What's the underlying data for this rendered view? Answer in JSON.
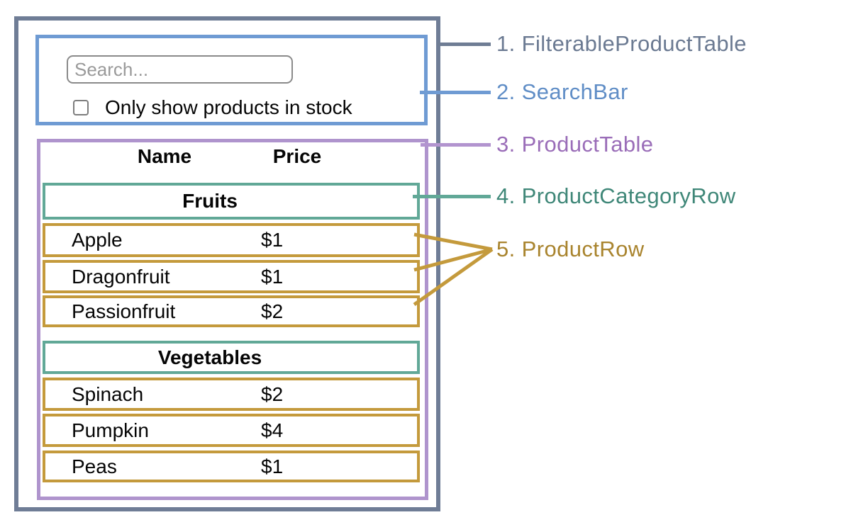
{
  "search_bar": {
    "placeholder": "Search...",
    "checkbox_label": "Only show products in stock",
    "checkbox_checked": false
  },
  "product_table": {
    "columns": [
      "Name",
      "Price"
    ],
    "rows": [
      {
        "type": "category",
        "label": "Fruits"
      },
      {
        "type": "product",
        "name": "Apple",
        "price": "$1",
        "red": false
      },
      {
        "type": "product",
        "name": "Dragonfruit",
        "price": "$1",
        "red": false
      },
      {
        "type": "product",
        "name": "Passionfruit",
        "price": "$2",
        "red": true
      },
      {
        "type": "category",
        "label": "Vegetables"
      },
      {
        "type": "product",
        "name": "Spinach",
        "price": "$2",
        "red": false
      },
      {
        "type": "product",
        "name": "Pumpkin",
        "price": "$4",
        "red": true
      },
      {
        "type": "product",
        "name": "Peas",
        "price": "$1",
        "red": false
      }
    ]
  },
  "legend": [
    {
      "label": "1. FilterableProductTable",
      "color": "#6B7A92"
    },
    {
      "label": "2. SearchBar",
      "color": "#5F8DC6"
    },
    {
      "label": "3. ProductTable",
      "color": "#9A6DB8"
    },
    {
      "label": "4. ProductCategoryRow",
      "color": "#3F8778"
    },
    {
      "label": "5. ProductRow",
      "color": "#A9842E"
    }
  ],
  "palette": {
    "outer_border": "#6F7D96",
    "searchbar_border": "#6F9BD3",
    "table_border": "#AF94CD",
    "category_border": "#61A897",
    "product_border": "#C49A3C",
    "red_text": "#F2392B",
    "placeholder_text": "#9A9A9A"
  }
}
